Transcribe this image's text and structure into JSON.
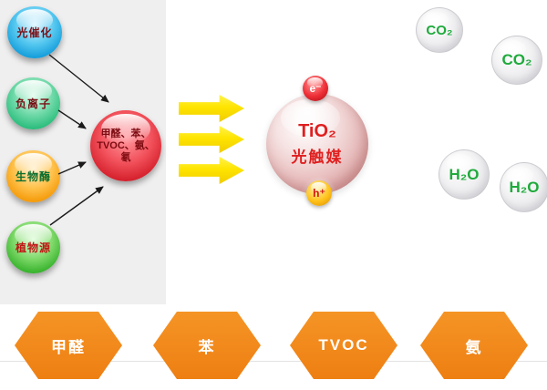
{
  "colors": {
    "panel_gray": "#f0efef",
    "sphere_blue": "#18a0dc",
    "sphere_teal": "#2fbf7f",
    "sphere_orange": "#f59d0e",
    "sphere_green": "#3cb531",
    "sphere_red": "#d6232f",
    "arrow_yellow": "#ffe400",
    "bubble_pink": "#e7baba",
    "hexagon_orange": "#ee7f12",
    "chem_green": "#1faa3c",
    "tio2_red": "#e01f1f"
  },
  "methods": [
    {
      "label": "光催化"
    },
    {
      "label": "负离子"
    },
    {
      "label": "生物酶"
    },
    {
      "label": "植物源"
    }
  ],
  "pollutant_sphere": {
    "line1": "甲醛、苯、",
    "line2": "TVOC、氨、",
    "line3": "氡"
  },
  "catalyst": {
    "electron": "e⁻",
    "hole": "h⁺",
    "name_line1": "TiO₂",
    "name_line2": "光触媒"
  },
  "products": {
    "co2": [
      {
        "label": "CO₂"
      },
      {
        "label": "CO₂"
      }
    ],
    "h2o": [
      {
        "label": "H₂O"
      },
      {
        "label": "H₂O"
      }
    ]
  },
  "bottom_pollutants": [
    {
      "label": "甲醛"
    },
    {
      "label": "苯"
    },
    {
      "label": "TVOC"
    },
    {
      "label": "氨"
    }
  ]
}
